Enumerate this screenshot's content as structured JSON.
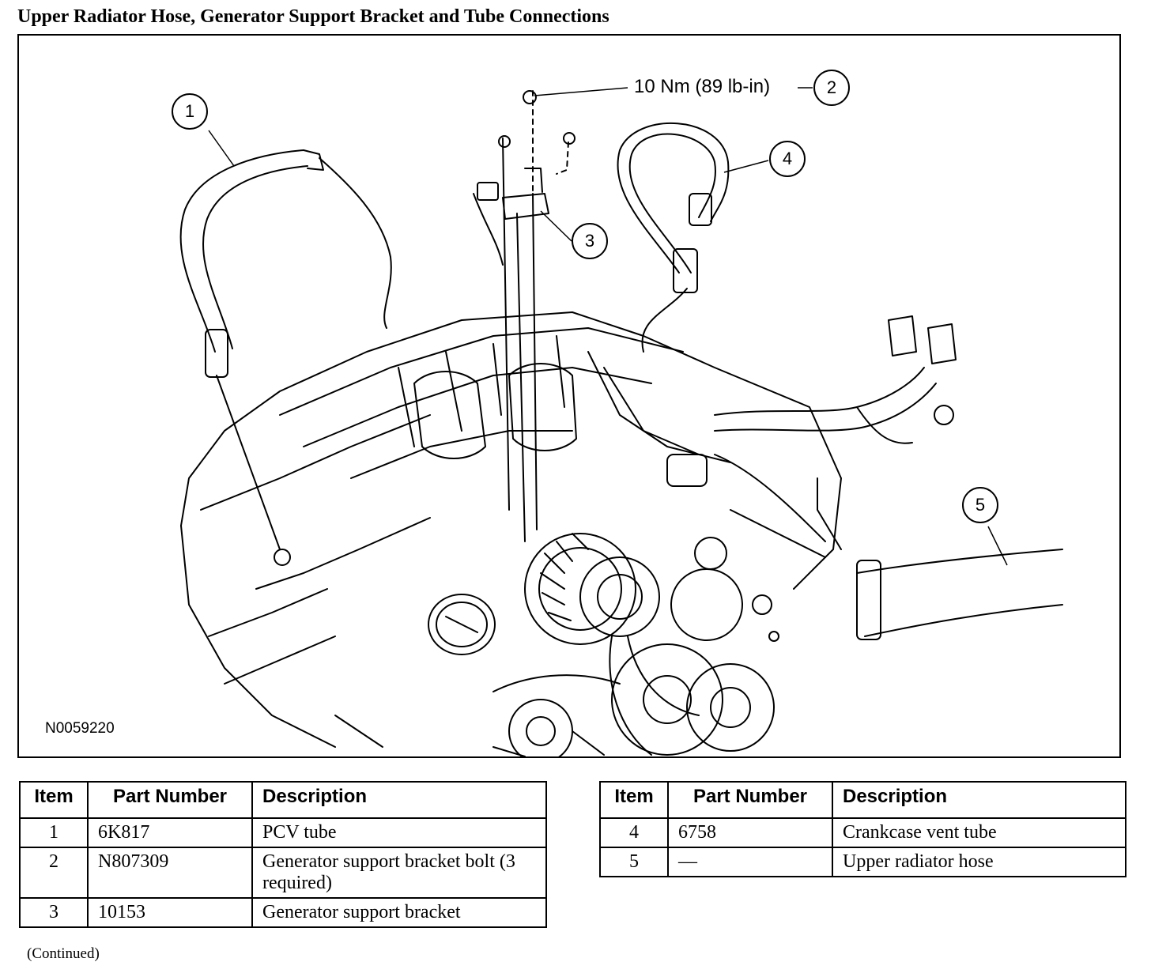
{
  "title": "Upper Radiator Hose, Generator Support Bracket and Tube Connections",
  "figure": {
    "figure_id": "N0059220",
    "torque_label": "10 Nm (89 lb-in)",
    "callouts": [
      "1",
      "2",
      "3",
      "4",
      "5"
    ]
  },
  "table_left": {
    "headers": [
      "Item",
      "Part Number",
      "Description"
    ],
    "rows": [
      {
        "item": "1",
        "part": "6K817",
        "desc": "PCV tube"
      },
      {
        "item": "2",
        "part": "N807309",
        "desc": "Generator support bracket bolt (3 required)"
      },
      {
        "item": "3",
        "part": "10153",
        "desc": "Generator support bracket"
      }
    ]
  },
  "table_right": {
    "headers": [
      "Item",
      "Part Number",
      "Description"
    ],
    "rows": [
      {
        "item": "4",
        "part": "6758",
        "desc": "Crankcase vent tube"
      },
      {
        "item": "5",
        "part": "—",
        "desc": "Upper radiator hose"
      }
    ]
  },
  "continued": "(Continued)"
}
